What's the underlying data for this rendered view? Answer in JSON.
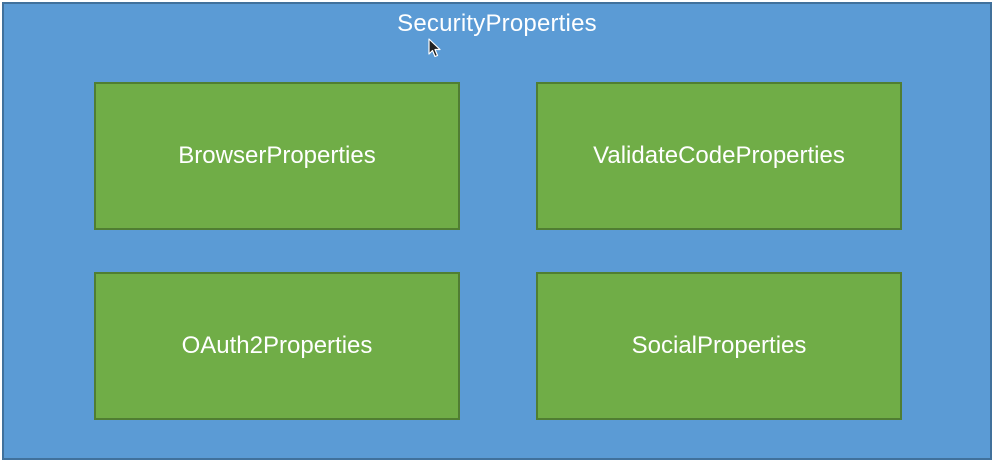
{
  "colors": {
    "container_fill": "#5b9bd5",
    "container_border": "#41719c",
    "box_fill": "#70ad47",
    "box_border": "#507e32",
    "text": "#ffffff"
  },
  "container": {
    "title": "SecurityProperties"
  },
  "boxes": [
    {
      "label": "BrowserProperties"
    },
    {
      "label": "ValidateCodeProperties"
    },
    {
      "label": "OAuth2Properties"
    },
    {
      "label": "SocialProperties"
    }
  ],
  "cursor": {
    "icon": "mouse-pointer-icon"
  }
}
